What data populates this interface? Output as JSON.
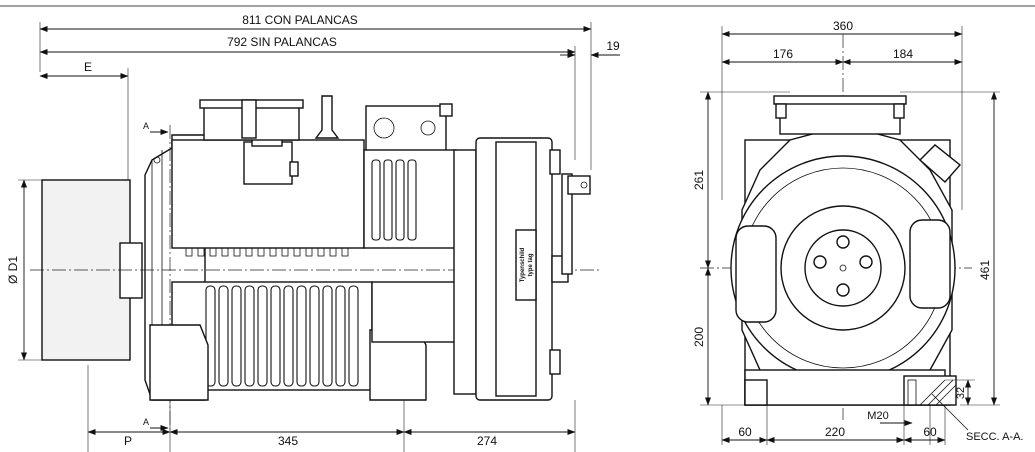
{
  "side_view": {
    "dim_overall_with_levers": "811 CON PALANCAS",
    "dim_overall_without_levers": "792 SIN PALANCAS",
    "dim_brake_offset": "19",
    "dim_sheave_width": "E",
    "dim_sheave_diameter": "Ø D1",
    "section_mark": "A",
    "dim_p": "P",
    "dim_motor_body": "345",
    "dim_rear_length": "274",
    "nameplate_lines": [
      "Typenschild",
      "type tag"
    ]
  },
  "front_view": {
    "dim_total_width": "360",
    "dim_left_half": "176",
    "dim_right_half": "184",
    "dim_upper_height": "261",
    "dim_lower_height": "200",
    "dim_total_height": "461",
    "dim_foot_left": "60",
    "dim_foot_span": "220",
    "dim_foot_right": "60",
    "dim_bolt": "M20",
    "dim_foot_height": "32",
    "section_label": "SECC. A-A."
  }
}
